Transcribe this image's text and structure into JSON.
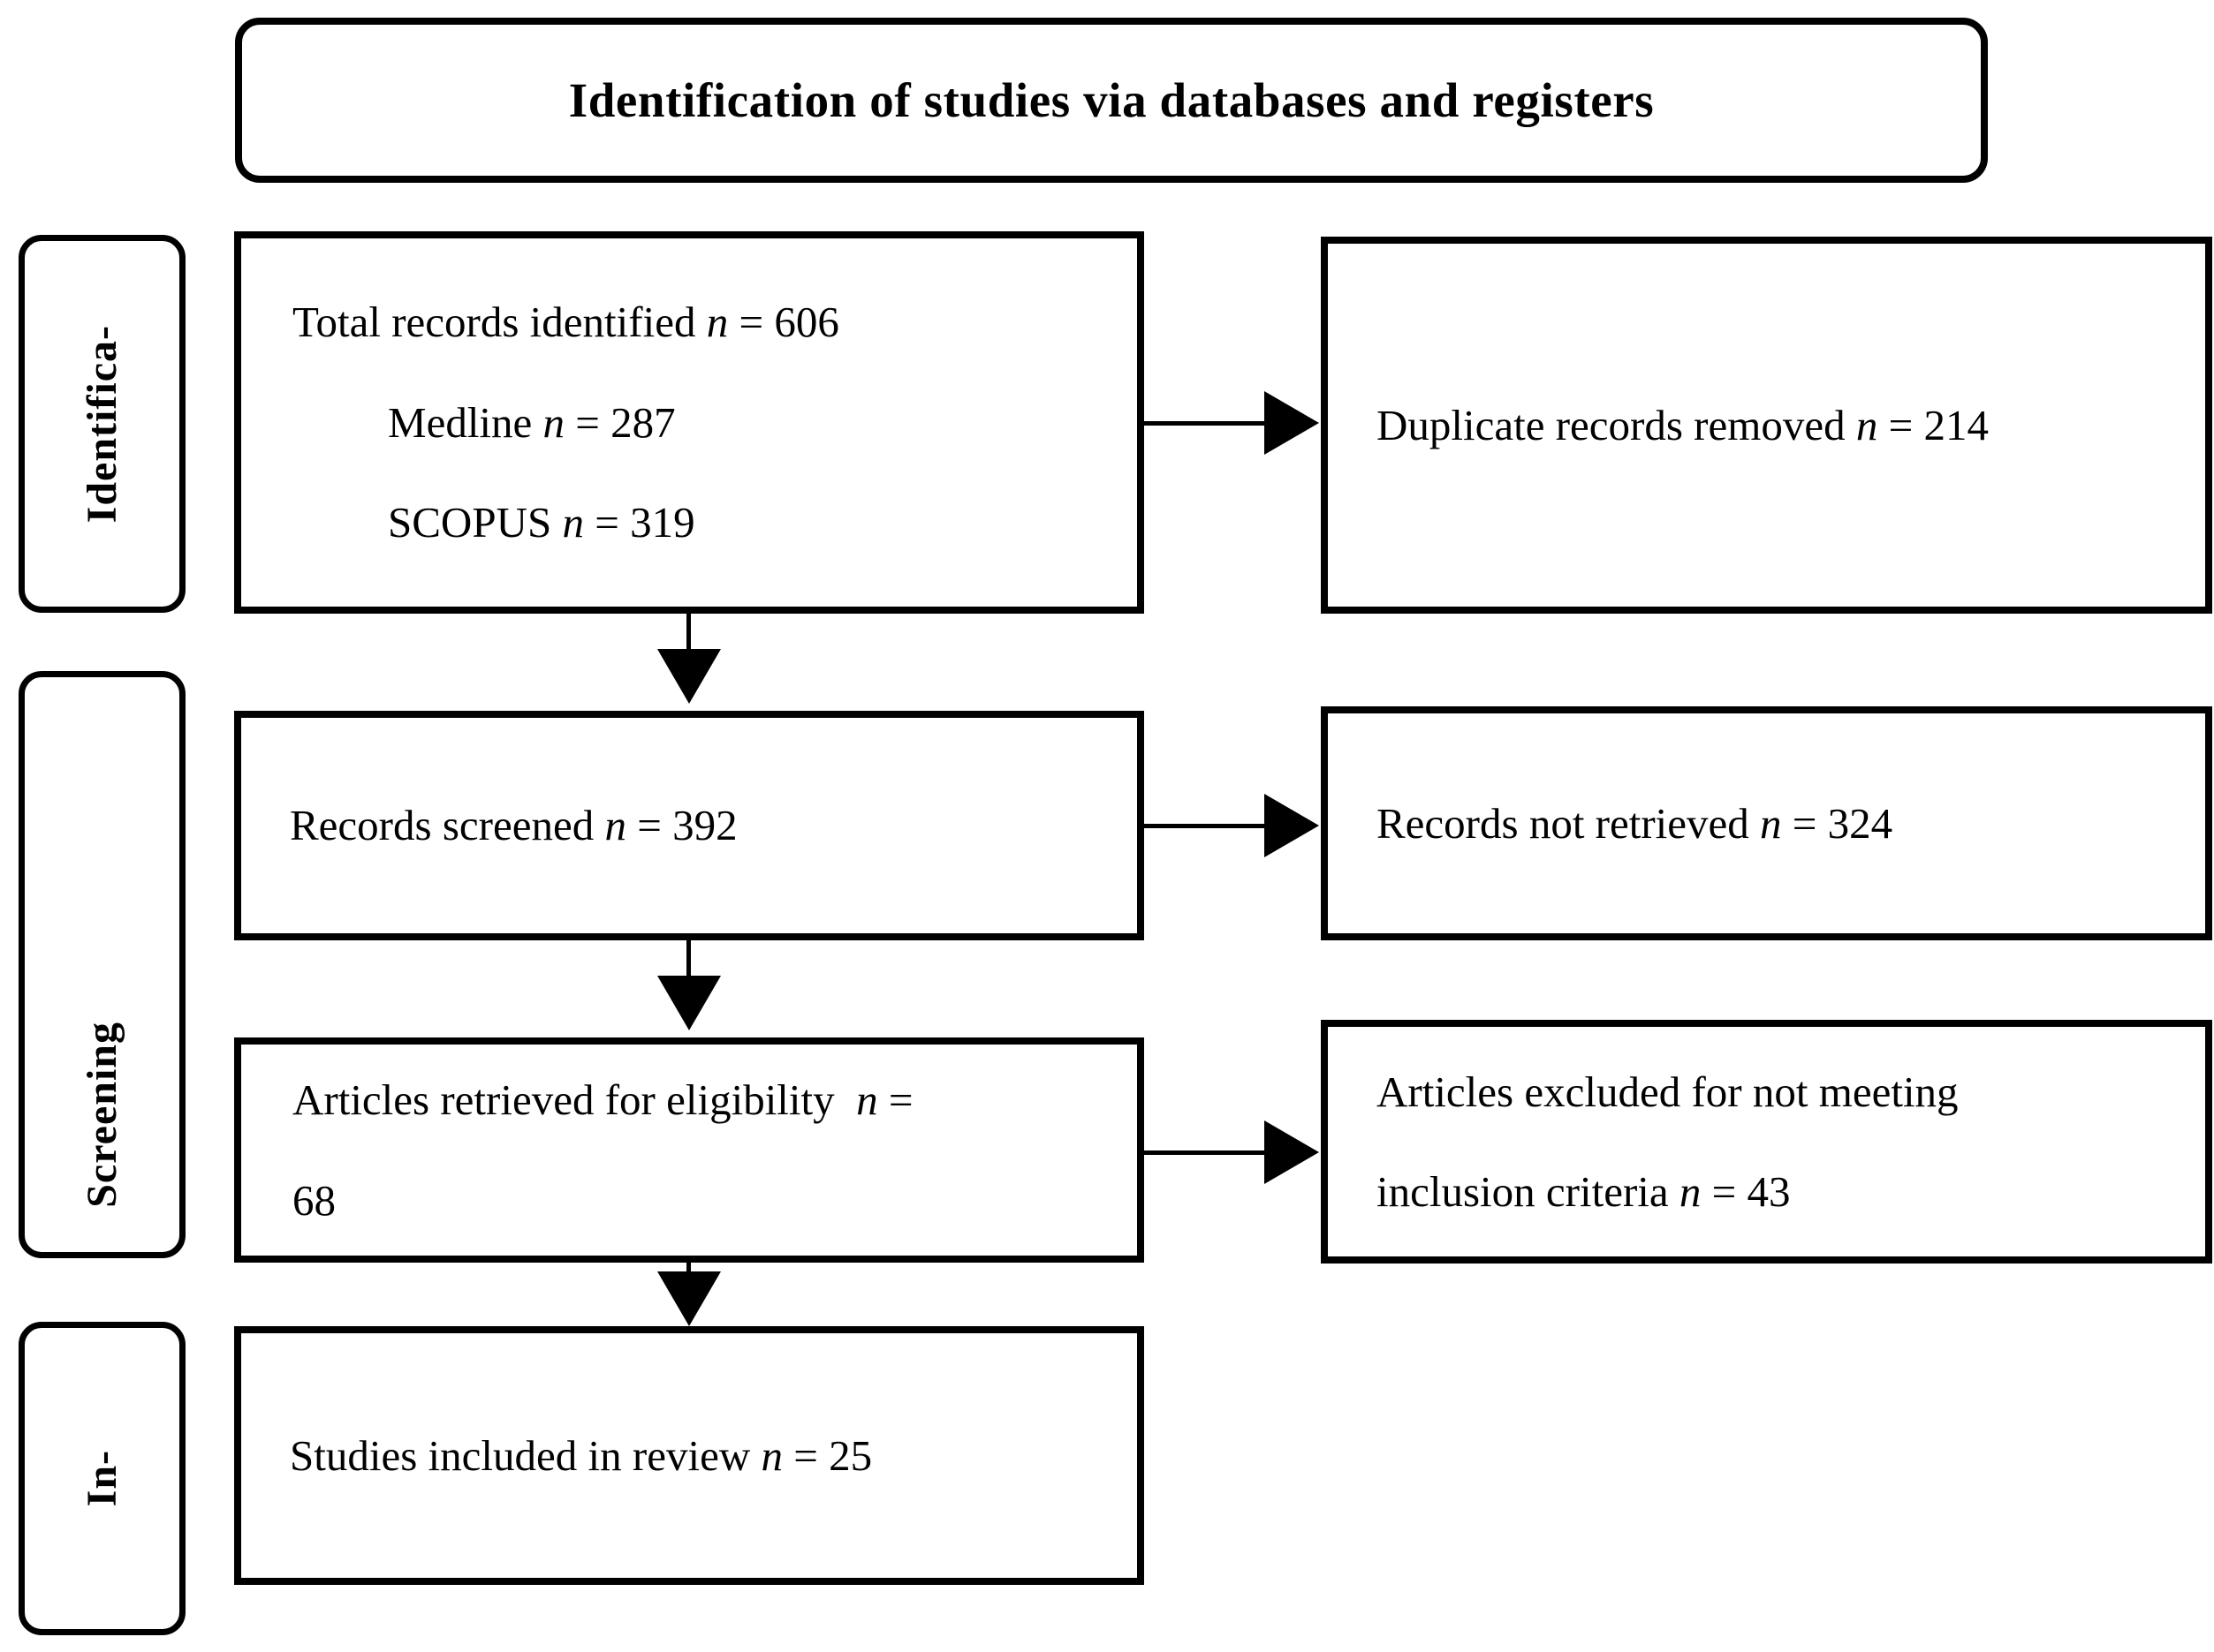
{
  "diagram": {
    "type": "prisma-flow-diagram",
    "title": "Identification of studies via databases and registers"
  },
  "stages": [
    {
      "id": "identification",
      "label": "Identifica-"
    },
    {
      "id": "screening",
      "label": "Screening"
    },
    {
      "id": "included",
      "label": "In-"
    }
  ],
  "boxes": {
    "identified": {
      "line1_text": "Total records identified",
      "line1_var": "n",
      "line1_eq": "= 606",
      "line2_text": "Medline",
      "line2_var": "n",
      "line2_eq": "= 287",
      "line3_text": "SCOPUS",
      "line3_var": "n",
      "line3_eq": "= 319"
    },
    "duplicates": {
      "line1_text": "Duplicate records removed",
      "line1_var": "n",
      "line1_eq": "= 214"
    },
    "screened": {
      "line1_text": "Records screened",
      "line1_var": "n",
      "line1_eq": "= 392"
    },
    "not_retrieved": {
      "line1_text": "Records not retrieved",
      "line1_var": "n",
      "line1_eq": "= 324"
    },
    "eligible": {
      "line1_text": "Articles retrieved for eligibility",
      "line1_var": "n",
      "line1_eq": "=",
      "line2_text": "68"
    },
    "excluded": {
      "line1_text": "Articles  excluded  for  not  meeting",
      "line2_text": "inclusion criteria",
      "line2_var": "n",
      "line2_eq": "= 43"
    },
    "included": {
      "line1_text": "Studies included in review",
      "line1_var": "n",
      "line1_eq": "= 25"
    }
  },
  "connectors": [
    {
      "id": "identified-to-duplicates",
      "direction": "right"
    },
    {
      "id": "identified-to-screened",
      "direction": "down"
    },
    {
      "id": "screened-to-not-retrieved",
      "direction": "right"
    },
    {
      "id": "screened-to-eligible",
      "direction": "down"
    },
    {
      "id": "eligible-to-excluded",
      "direction": "right"
    },
    {
      "id": "eligible-to-included",
      "direction": "down"
    }
  ],
  "colors": {
    "stroke": "#000000",
    "background": "#ffffff",
    "text": "#000000"
  }
}
